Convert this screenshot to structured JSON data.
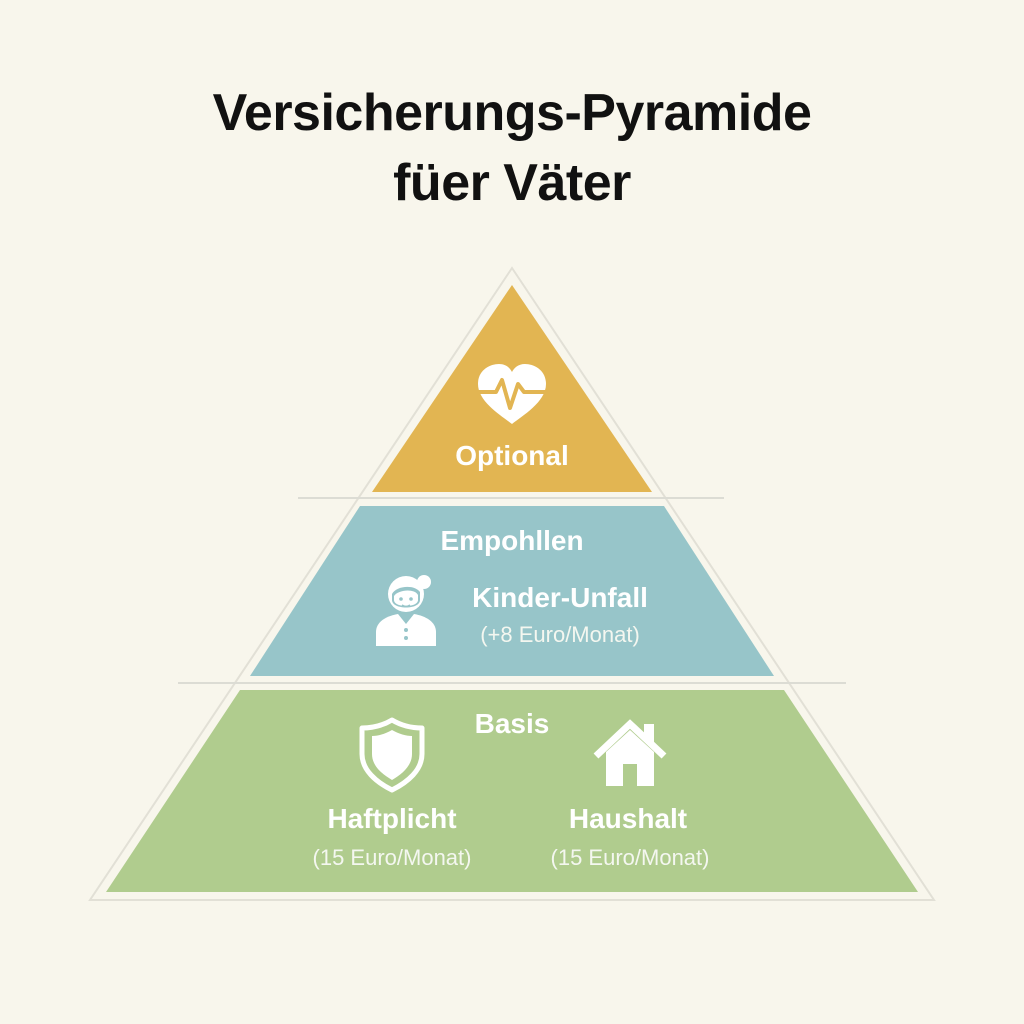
{
  "title": {
    "line1": "Versicherungs-Pyramide",
    "line2": "füer Väter"
  },
  "tiers": {
    "top": {
      "label": "Optional",
      "icon": "heart-pulse-icon",
      "color": "#e2b552"
    },
    "middle": {
      "label": "Empohllen",
      "icon": "child-icon",
      "item_name": "Kinder-Unfall",
      "item_price": "(+8 Euro/Monat)",
      "color": "#97c5c9"
    },
    "bottom": {
      "label": "Basis",
      "color": "#b0cc8e",
      "items": [
        {
          "name": "Haftplicht",
          "price": "(15 Euro/Monat)",
          "icon": "shield-icon"
        },
        {
          "name": "Haushalt",
          "price": "(15 Euro/Monat)",
          "icon": "house-icon"
        }
      ]
    }
  },
  "colors": {
    "background": "#f8f6ec",
    "outline": "#e2e0d6",
    "text_on_tier": "#ffffff"
  }
}
